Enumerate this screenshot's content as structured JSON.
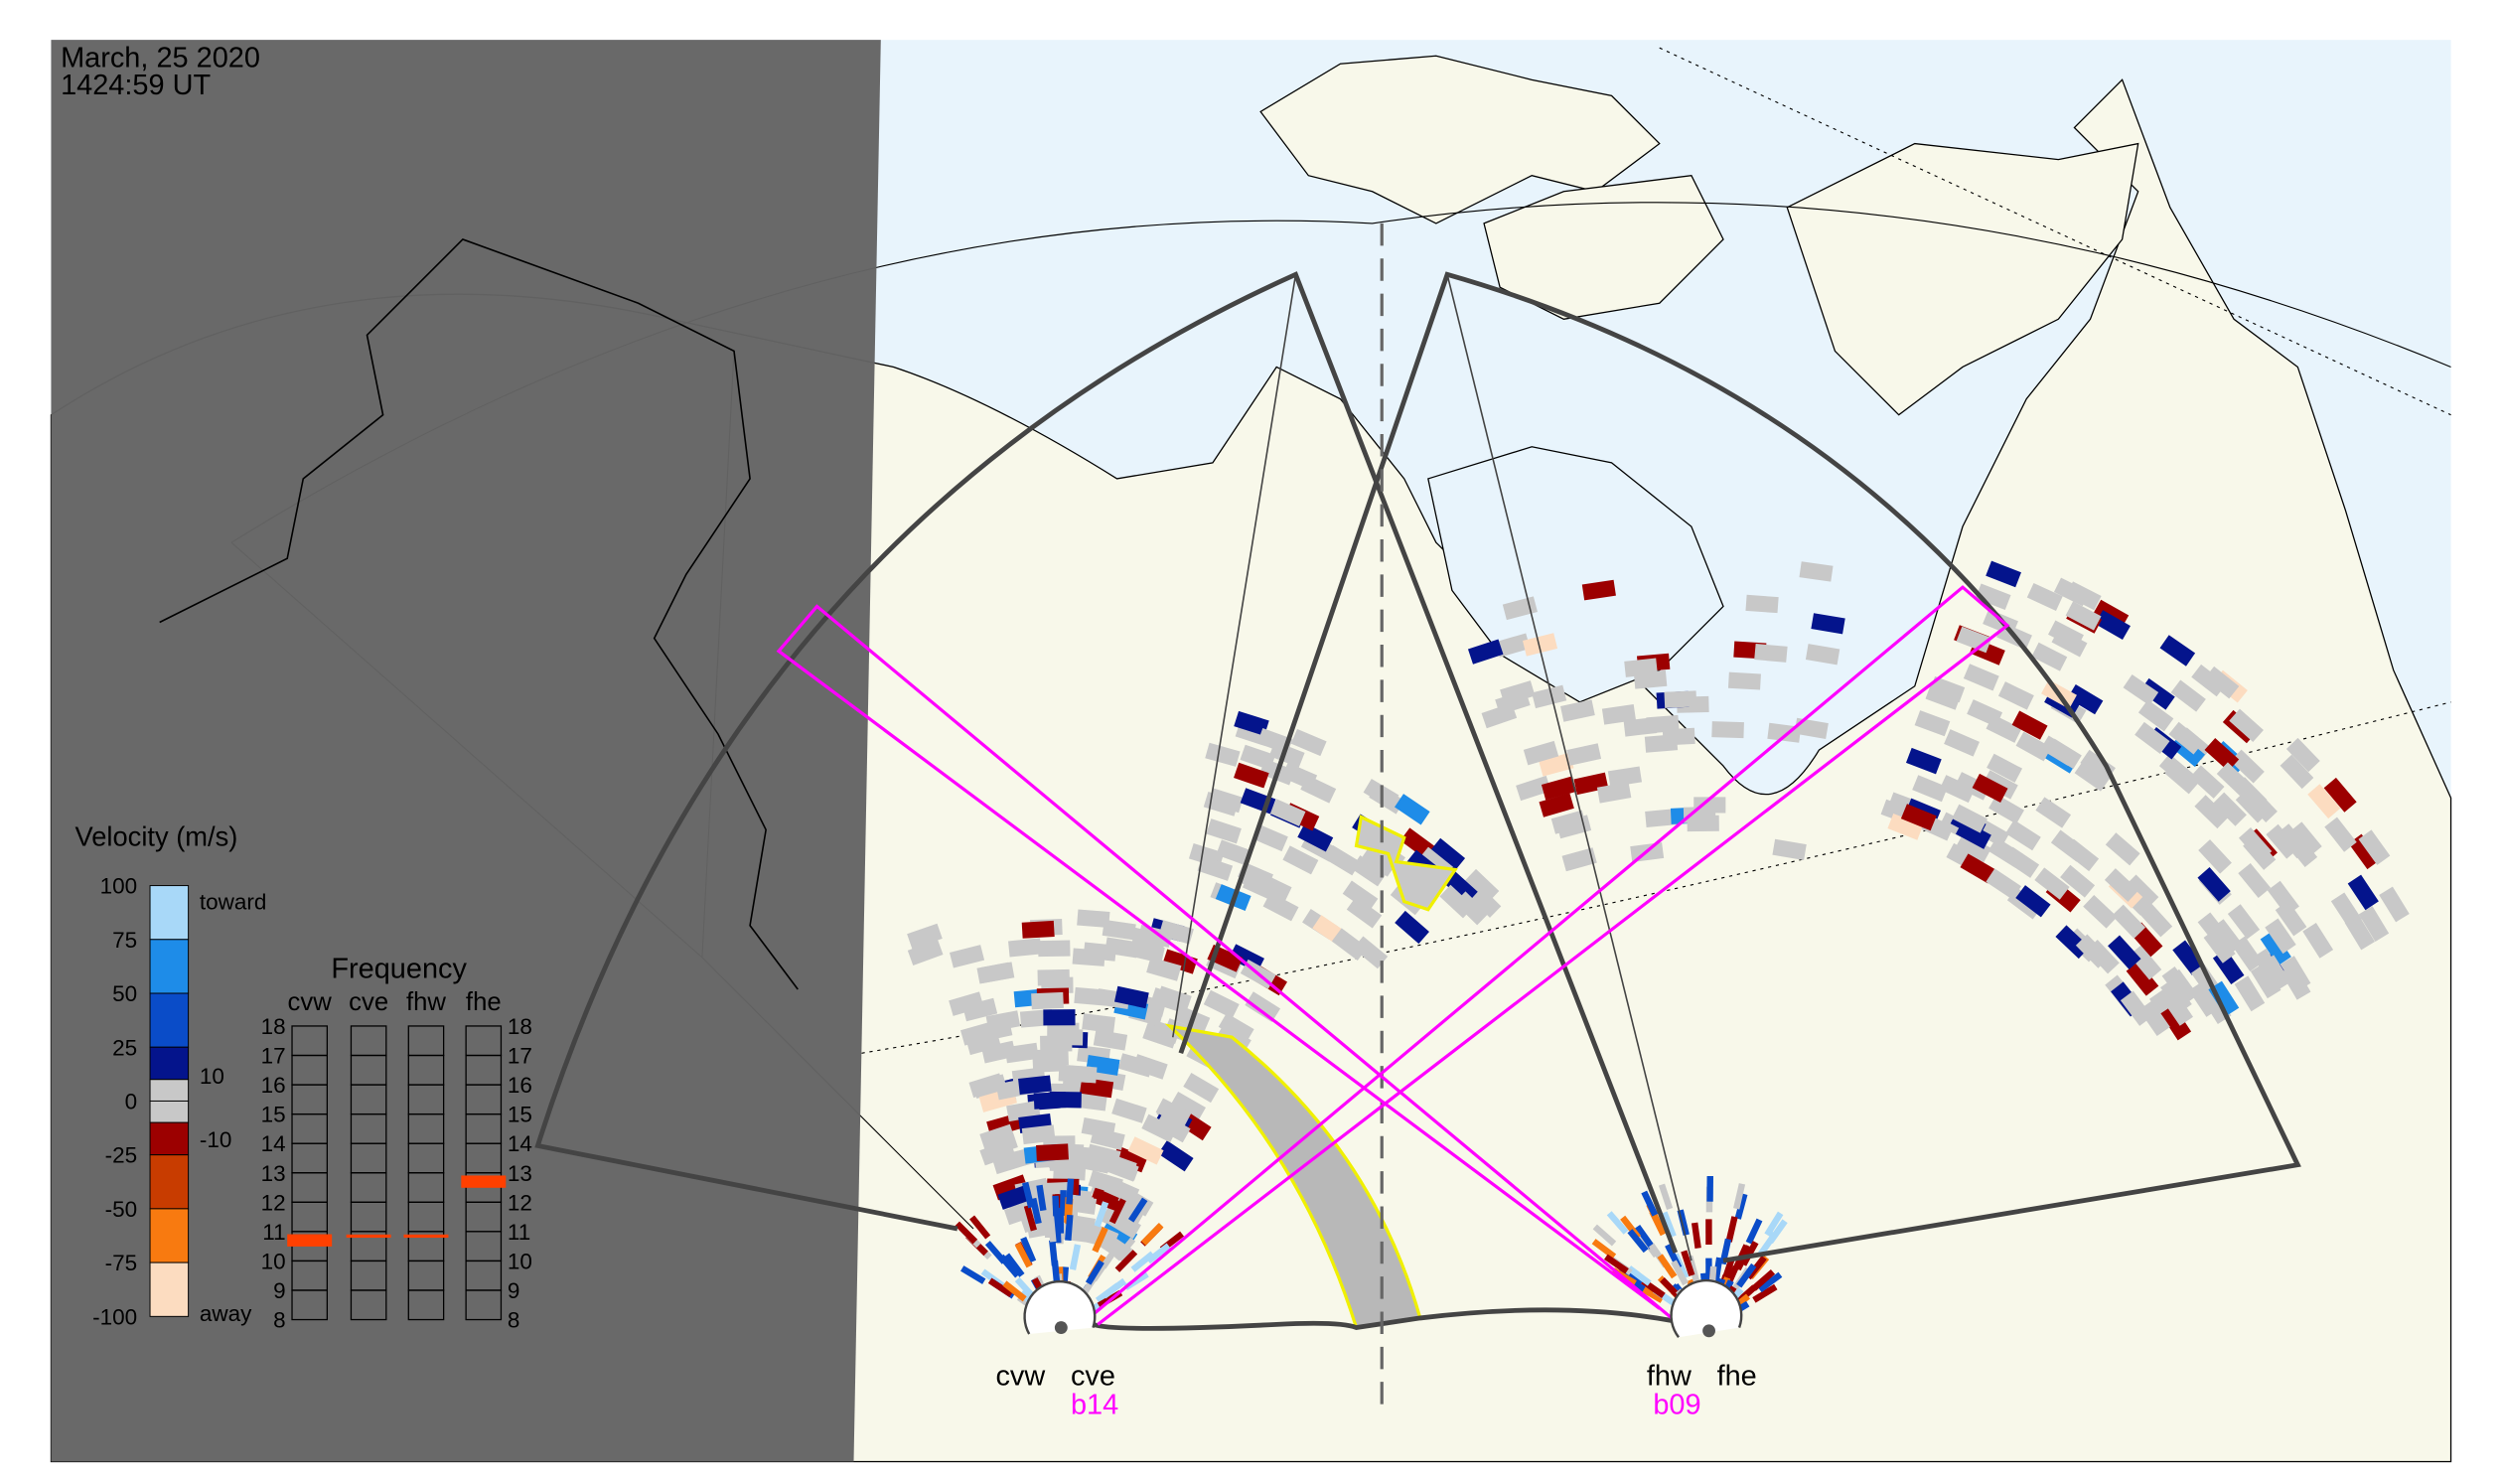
{
  "header": {
    "date": "March, 25 2020",
    "time": "1424:59 UT"
  },
  "velocity_legend": {
    "title": "Velocity (m/s)",
    "ticks": [
      "100",
      "75",
      "50",
      "25",
      "0",
      "-25",
      "-50",
      "-75",
      "-100"
    ],
    "tick_values": [
      100,
      75,
      50,
      25,
      0,
      -25,
      -50,
      -75,
      -100
    ],
    "toward_label": "toward",
    "away_label": "away",
    "upper_threshold": "10",
    "lower_threshold": "-10",
    "colors": {
      "toward_light": "#a8d8f8",
      "toward_mid": "#1e8ce8",
      "toward_dark": "#0a4cc8",
      "toward_navy": "#04148c",
      "ground": "#c8c8c8",
      "away_dark": "#9c0000",
      "away_mid": "#c83c00",
      "away_orange": "#f87a10",
      "away_light": "#fcdcc0"
    }
  },
  "frequency_panel": {
    "title": "Frequency",
    "radars": [
      "cvw",
      "cve",
      "fhw",
      "fhe"
    ],
    "axis_ticks": [
      "18",
      "17",
      "16",
      "15",
      "14",
      "13",
      "12",
      "11",
      "10",
      "9",
      "8"
    ],
    "axis_range_mhz": [
      8,
      18
    ],
    "frequency_ranges_mhz": {
      "cvw": [
        10.6,
        10.8
      ],
      "cve": [
        10.9,
        10.9
      ],
      "fhw": [
        10.9,
        10.9
      ],
      "fhe": [
        12.6,
        12.8
      ]
    },
    "marker_color": "#ff4000"
  },
  "map": {
    "sites": [
      {
        "left": "cvw",
        "right": "cve",
        "beam": "b14"
      },
      {
        "left": "fhw",
        "right": "fhe",
        "beam": "b09"
      }
    ],
    "beam_color": "#ff00ff",
    "ocean_color": "#e8f4fc",
    "land_color": "#f8f8ea",
    "night_color": "#646464"
  }
}
